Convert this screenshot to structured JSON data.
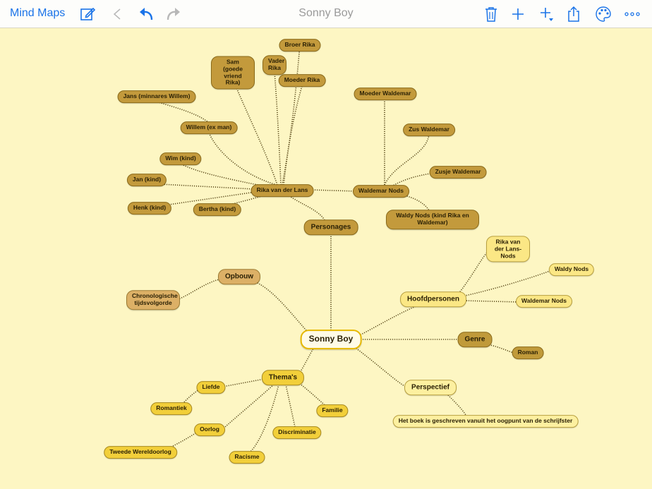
{
  "toolbar": {
    "app_title": "Mind Maps",
    "document_title": "Sonny Boy",
    "icons": [
      "edit-icon",
      "undo-arrow-icon",
      "undo-icon",
      "redo-icon",
      "trash-icon",
      "add-icon",
      "add-child-icon",
      "share-icon",
      "palette-icon",
      "more-icon"
    ],
    "accent": "#1a73e8"
  },
  "mindmap": {
    "root": "Sonny Boy",
    "personages": "Personages",
    "rika": "Rika van der Lans",
    "waldemar": "Waldemar Nods",
    "broer_rika": "Broer Rika",
    "vader_rika": "Vader Rika",
    "moeder_rika": "Moeder Rika",
    "sam": "Sam (goede vriend Rika)",
    "jans": "Jans (minnares Willem)",
    "willem": "Willem (ex man)",
    "wim": "Wim (kind)",
    "jan": "Jan (kind)",
    "henk": "Henk (kind)",
    "bertha": "Bertha (kind)",
    "moeder_waldemar": "Moeder Waldemar",
    "zus_waldemar": "Zus Waldemar",
    "zusje_waldemar": "Zusje Waldemar",
    "waldy": "Waldy Nods (kind Rika en Waldemar)",
    "opbouw": "Opbouw",
    "chrono": "Chronologische tijdsvolgorde",
    "hoofdpersonen": "Hoofdpersonen",
    "hp_rika": "Rika van der Lans-Nods",
    "hp_waldy": "Waldy Nods",
    "hp_waldemar": "Waldemar Nods",
    "genre": "Genre",
    "roman": "Roman",
    "perspectief": "Perspectief",
    "persp_text": "Het boek is geschreven vanuit het oogpunt van de schrijfster",
    "themas": "Thema's",
    "liefde": "Liefde",
    "romantiek": "Romantiek",
    "oorlog": "Oorlog",
    "wo2": "Tweede Wereldoorlog",
    "racisme": "Racisme",
    "discriminatie": "Discriminatie",
    "familie": "Familie",
    "colors": {
      "background": "#fdf6c3",
      "personages": "#c39a3c",
      "opbouw": "#dcb066",
      "hoofdpersonen": "#fbe785",
      "genre": "#c09a3a",
      "perspectief": "#fdf0a0",
      "themas": "#f2cf3a"
    }
  }
}
